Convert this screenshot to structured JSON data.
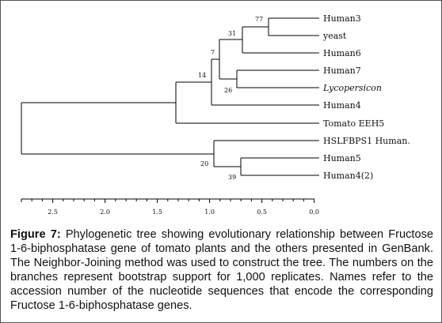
{
  "tree": {
    "leaves": [
      {
        "id": "Human3",
        "label": "Human3",
        "italic": false
      },
      {
        "id": "yeast",
        "label": "yeast",
        "italic": false
      },
      {
        "id": "Human6",
        "label": "Human6",
        "italic": false
      },
      {
        "id": "Human7",
        "label": "Human7",
        "italic": false
      },
      {
        "id": "Lycopersicon",
        "label": "Lycopersicon",
        "italic": true
      },
      {
        "id": "Human4",
        "label": "Human4",
        "italic": false
      },
      {
        "id": "TomatoEEH5",
        "label": "Tomato EEH5",
        "italic": false
      },
      {
        "id": "HSLFBPS1",
        "label": "HSLFBPS1 Human.",
        "italic": false
      },
      {
        "id": "Human5",
        "label": "Human5",
        "italic": false
      },
      {
        "id": "Human4_2",
        "label": "Human4(2)",
        "italic": false
      }
    ],
    "bootstrap": [
      "77",
      "31",
      "7",
      "14",
      "26",
      "20",
      "39"
    ],
    "axis_ticks": [
      "2.5",
      "2.0",
      "1.5",
      "1.0",
      "0.5",
      "0.0"
    ]
  },
  "caption": {
    "figure_label": "Figure 7:",
    "text": "Phylogenetic tree showing evolutionary relationship between Fructose 1-6-biphosphatase gene of tomato plants and the others presented in GenBank. The Neighbor-Joining method was used to construct the tree. The numbers on the branches represent bootstrap support for 1,000 replicates. Names refer to the accession number of the nucleotide sequences that encode the corresponding Fructose 1-6-biphosphatase genes."
  }
}
